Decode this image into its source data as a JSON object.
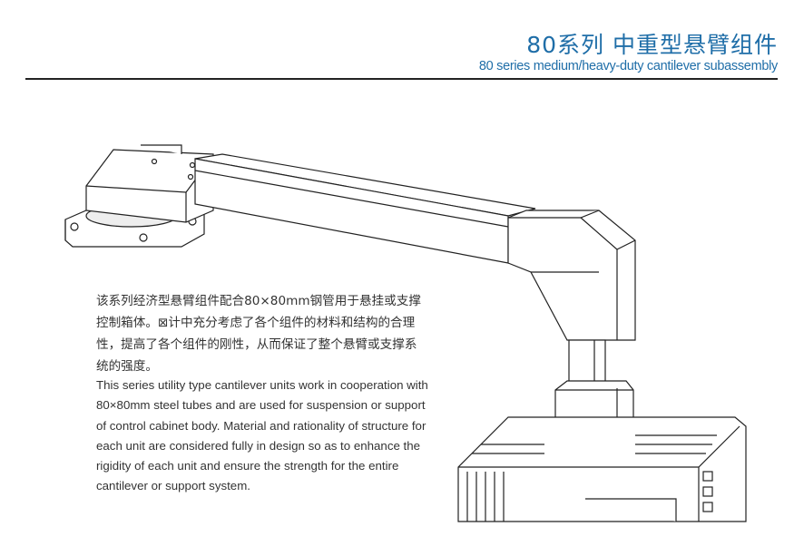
{
  "header": {
    "title_cn": "80系列  中重型悬臂组件",
    "title_en": "80 series medium/heavy-duty cantilever subassembly"
  },
  "description": {
    "cn": "该系列经济型悬臂组件配合80×80mm钢管用于悬挂或支撑控制箱体。⊠计中充分考虑了各个组件的材料和结构的合理性，提高了各个组件的刚性，从而保证了整个悬臂或支撑系统的强度。",
    "en": "This series utility type cantilever units work in cooperation with 80×80mm steel tubes and are used for suspension or support of control cabinet body. Material and rationality of structure for each unit are considered fully in design so as to enhance the rigidity of each unit and ensure the strength for the entire cantilever or support system."
  },
  "colors": {
    "accent": "#1f6ea8"
  }
}
